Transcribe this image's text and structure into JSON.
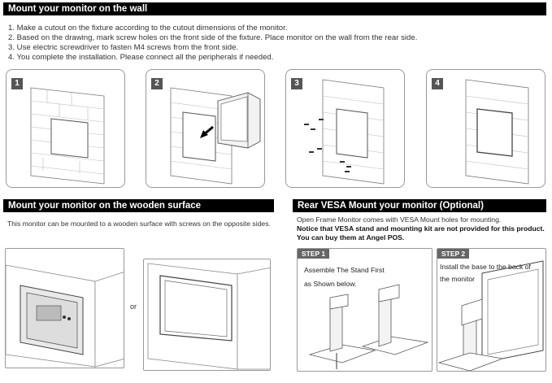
{
  "section_wall": {
    "title": "Mount your monitor on the wall",
    "steps": [
      "1. Make a cutout on the fixture according to the cutout dimensions of the monitor.",
      "2. Based on the drawing, mark screw holes on the front side of the fixture. Place monitor on the wall from the rear side.",
      "3. Use electric screwdriver to fasten M4 screws from the front side.",
      "4. You complete the installation. Please connect all the peripherals if needed."
    ],
    "step_numbers": [
      "1",
      "2",
      "3",
      "4"
    ]
  },
  "section_wood": {
    "title": "Mount your monitor on the wooden surface",
    "description": "This monitor can be mounted to a wooden surface with screws on the opposite sides.",
    "or_label": "or"
  },
  "section_vesa": {
    "title": "Rear VESA Mount your monitor (Optional)",
    "line1": "Open Frame Monitor comes with VESA Mount holes for mounting.",
    "line2": "Notice that VESA stand and mounting kit are not provided for this product.",
    "line3": "You can buy them at Angel POS.",
    "step1_label": "STEP 1",
    "step1_text_a": "Assemble The Stand First",
    "step1_text_b": "as Shown below.",
    "step2_label": "STEP 2",
    "step2_text_a": "Install the base to the back of",
    "step2_text_b": "the monitor"
  },
  "colors": {
    "header_bg": "#000000",
    "header_text": "#ffffff",
    "step_badge": "#555555"
  }
}
